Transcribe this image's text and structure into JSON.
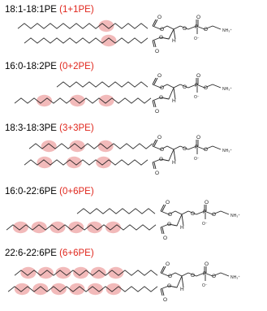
{
  "panels": [
    {
      "name": "18:1-18:1PE",
      "paren": "(1+1PE)",
      "open": "(",
      "count": "1+1PE",
      "close": ")"
    },
    {
      "name": "16:0-18:2PE",
      "paren": "(0+2PE)",
      "open": "(",
      "count": "0+2PE",
      "close": ")"
    },
    {
      "name": "18:3-18:3PE",
      "paren": "(3+3PE)",
      "open": "(",
      "count": "3+3PE",
      "close": ")"
    },
    {
      "name": "16:0-22:6PE",
      "paren": "(0+6PE)",
      "open": "(",
      "count": "0+6PE",
      "close": ")"
    },
    {
      "name": "22:6-22:6PE",
      "paren": "(6+6PE)",
      "open": "(",
      "count": "6+6PE",
      "close": ")"
    }
  ],
  "atoms": {
    "O": "O",
    "P": "P",
    "H": "H",
    "NH3": "NH₃⁺",
    "Ominus": "O⁻"
  },
  "colors": {
    "highlight": "#f1b3b3",
    "accent": "#e0261c",
    "bond": "#222222"
  },
  "highlights": {
    "panel1": {
      "chain1": [
        0.62
      ],
      "chain2": [
        0.62
      ]
    },
    "panel2": {
      "chain1": [],
      "chain2": [
        0.18,
        0.42,
        0.63
      ]
    },
    "panel3": {
      "chain1": [
        0.12,
        0.35,
        0.58
      ],
      "chain2": [
        0.12,
        0.35,
        0.58
      ]
    },
    "panel4": {
      "chain1": [],
      "chain2": [
        0.06,
        0.18,
        0.3,
        0.42,
        0.54,
        0.66
      ]
    },
    "panel5": {
      "chain1": [
        0.06,
        0.18,
        0.3,
        0.42,
        0.54,
        0.66
      ],
      "chain2": [
        0.06,
        0.18,
        0.3,
        0.42,
        0.54,
        0.66
      ]
    }
  }
}
